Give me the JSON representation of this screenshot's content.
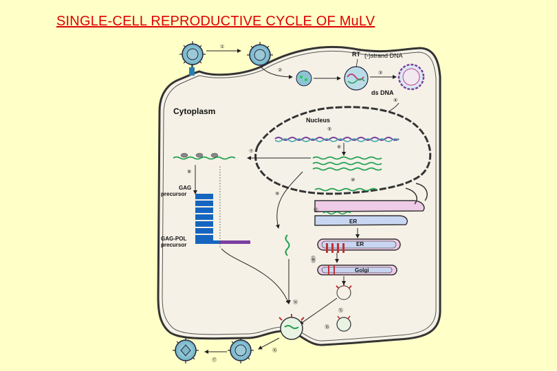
{
  "title": "SINGLE-CELL REPRODUCTIVE CYCLE OF MuLV",
  "labels": {
    "cytoplasm": "Cytoplasm",
    "nucleus": "Nucleus",
    "rt": "RT",
    "minus_strand": "(-)strand DNA",
    "ds_dna": "ds DNA",
    "gag_precursor_line1": "GAG",
    "gag_precursor_line2": "precursor",
    "gagpol_line1": "GAG-POL",
    "gagpol_line2": "precursor",
    "er_1": "ER",
    "er_2": "ER",
    "golgi": "Golgi"
  },
  "step_numbers": [
    "①",
    "②",
    "③",
    "④",
    "⑤",
    "⑥",
    "⑦",
    "⑧",
    "⑨",
    "⑩",
    "⑪",
    "⑫",
    "⑬",
    "⑭",
    "⑮",
    "⑯",
    "⑰",
    "⑱"
  ],
  "colors": {
    "background": "#ffffc8",
    "title": "#e00000",
    "rna_green": "#22a050",
    "dna_purple": "#7a3fa0",
    "gag_blue": "#1565c0",
    "er_blue": "#c9d6f2",
    "er_pink": "#eecbe6",
    "env_red": "#c03030"
  }
}
